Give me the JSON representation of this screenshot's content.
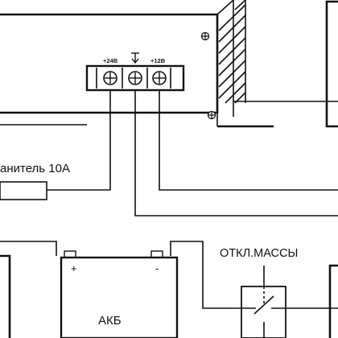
{
  "labels": {
    "fuse": "анитель 10А",
    "switch": "ОТКЛ.МАССЫ",
    "battery": "АКБ",
    "battery_plus": "+",
    "battery_minus": "-",
    "term_24v": "+24В",
    "term_12v": "+12В"
  },
  "icons": {
    "ground": "ground-arrow-icon",
    "screw": "screw-terminal-icon",
    "mount": "mount-screw-icon"
  },
  "colors": {
    "line": "#111111",
    "background": "#ffffff"
  }
}
